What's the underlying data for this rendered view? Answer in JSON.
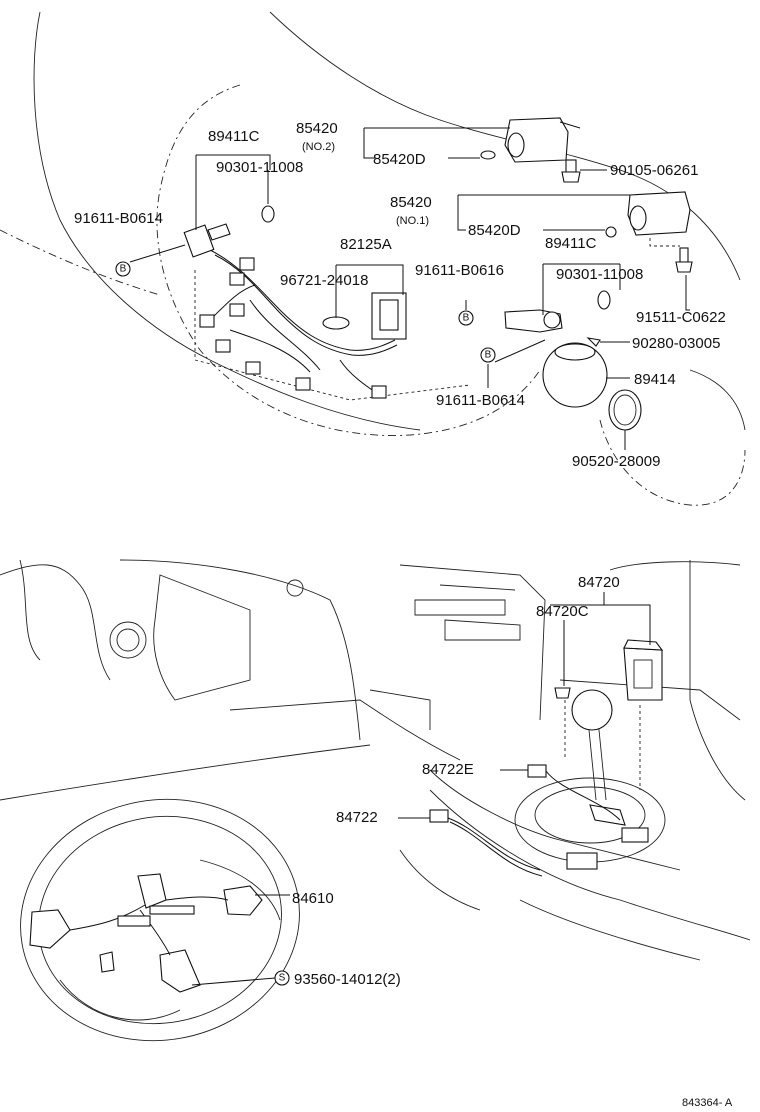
{
  "labels": {
    "p85420_top": "85420",
    "p85420_top_no": "(NO.2)",
    "p85420d_top": "85420D",
    "p89411c_left": "89411C",
    "p90301_left": "90301-11008",
    "p90105": "90105-06261",
    "p91611_left": "91611-B0614",
    "p85420_mid": "85420",
    "p85420_mid_no": "(NO.1)",
    "p85420d_mid": "85420D",
    "p89411c_right": "89411C",
    "p82125a": "82125A",
    "p96721": "96721-24018",
    "p91611_b0616": "91611-B0616",
    "p90301_right": "90301-11008",
    "p91511": "91511-C0622",
    "p90280": "90280-03005",
    "p89414": "89414",
    "p91611_bottom": "91611-B0614",
    "p90520": "90520-28009",
    "p84720": "84720",
    "p84720c": "84720C",
    "p84722e": "84722E",
    "p84722": "84722",
    "p84610": "84610",
    "p93560": "93560-14012(2)",
    "ref": "843364- A"
  },
  "callouts": {
    "b": "B",
    "s": "S"
  }
}
